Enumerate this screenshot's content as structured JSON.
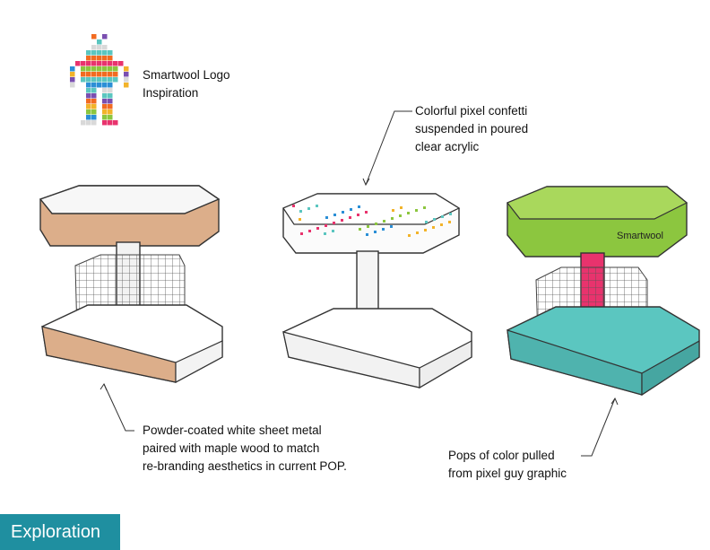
{
  "logo_note": "Smartwool Logo\nInspiration",
  "confetti_note": "Colorful pixel confetti\nsuspended in poured\nclear acrylic",
  "metal_note": "Powder-coated white sheet metal\npaired with maple wood to match\nre-branding aesthetics in current POP.",
  "color_note": "Pops of color pulled\nfrom pixel guy graphic",
  "brand_mark": "Smartwool",
  "page_tag": "Exploration",
  "colors": {
    "maple": "#dcae8a",
    "lime": "#8cc63f",
    "magenta": "#e8336d",
    "teal": "#5bc6c0",
    "tag": "#1f8fa0"
  }
}
